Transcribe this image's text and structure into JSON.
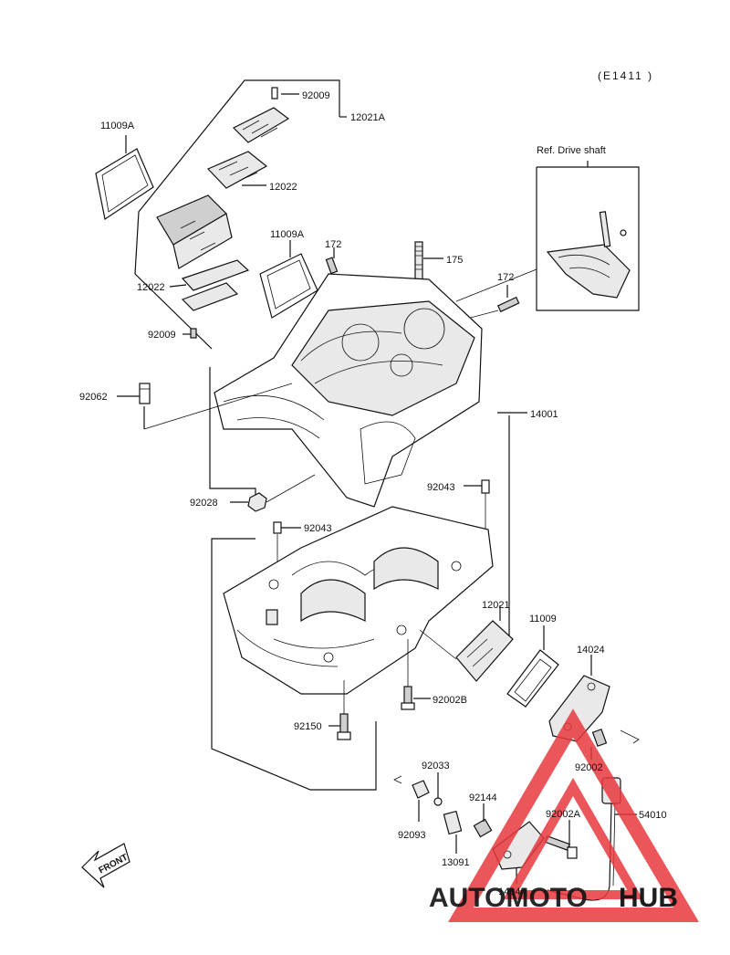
{
  "diagram_code": "(E1411 )",
  "ref_box_title": "Ref. Drive shaft",
  "front_label": "FRONT",
  "watermark": {
    "part1": "AUTOMOTO",
    "part2": "HUB",
    "color1": "#f5b54a",
    "color2": "#8a8a8a",
    "triangle_color": "#e8383d"
  },
  "parts": [
    {
      "id": "p0",
      "number": "92009"
    },
    {
      "id": "p1",
      "number": "12021A"
    },
    {
      "id": "p2",
      "number": "11009A"
    },
    {
      "id": "p3",
      "number": "12022"
    },
    {
      "id": "p4",
      "number": "11009A"
    },
    {
      "id": "p5",
      "number": "172"
    },
    {
      "id": "p6",
      "number": "175"
    },
    {
      "id": "p7",
      "number": "172"
    },
    {
      "id": "p8",
      "number": "12022"
    },
    {
      "id": "p9",
      "number": "92009"
    },
    {
      "id": "p10",
      "number": "92062"
    },
    {
      "id": "p11",
      "number": "14001"
    },
    {
      "id": "p12",
      "number": "92043"
    },
    {
      "id": "p13",
      "number": "92028"
    },
    {
      "id": "p14",
      "number": "92043"
    },
    {
      "id": "p15",
      "number": "12021"
    },
    {
      "id": "p16",
      "number": "11009"
    },
    {
      "id": "p17",
      "number": "14024"
    },
    {
      "id": "p18",
      "number": "92002B"
    },
    {
      "id": "p19",
      "number": "92150"
    },
    {
      "id": "p20",
      "number": "92002"
    },
    {
      "id": "p21",
      "number": "92033"
    },
    {
      "id": "p22",
      "number": "92144"
    },
    {
      "id": "p23",
      "number": "92002A"
    },
    {
      "id": "p24",
      "number": "54010"
    },
    {
      "id": "p25",
      "number": "92093"
    },
    {
      "id": "p26",
      "number": "13091"
    },
    {
      "id": "p27",
      "number": "14044"
    }
  ]
}
